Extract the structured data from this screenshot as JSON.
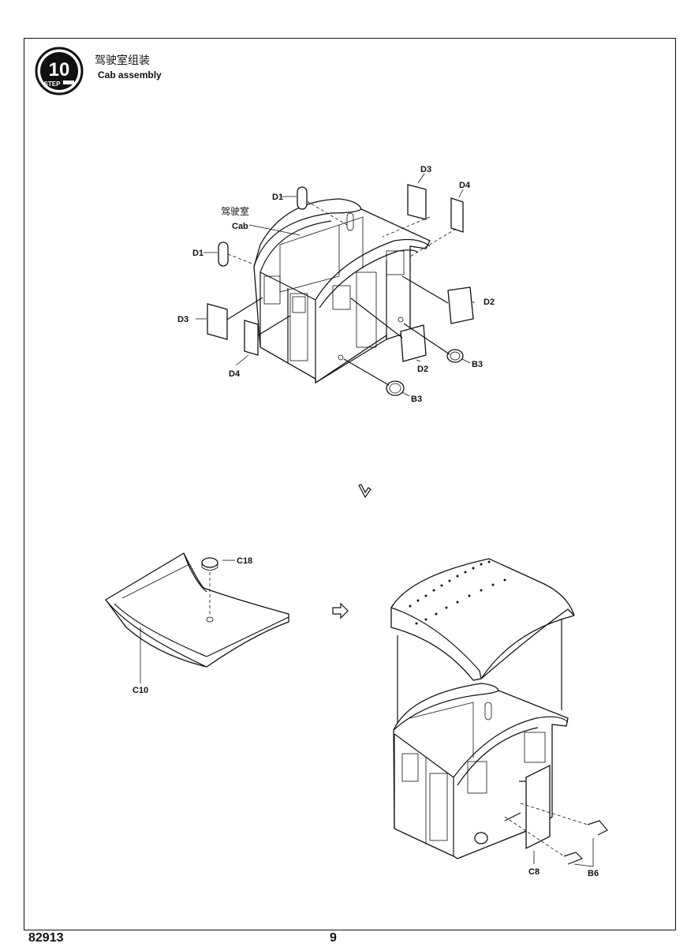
{
  "step": {
    "number": "10",
    "word": "STEP"
  },
  "title": {
    "cn": "驾驶室组装",
    "en": "Cab assembly"
  },
  "upper": {
    "cab_label_cn": "驾驶室",
    "cab_label_en": "Cab",
    "parts": [
      "D1",
      "D1",
      "D3",
      "D4",
      "D3",
      "D4",
      "D2",
      "D2",
      "B3",
      "B3"
    ]
  },
  "lower_left": {
    "parts": [
      "C18",
      "C10"
    ]
  },
  "lower_right": {
    "parts": [
      "C8",
      "B6"
    ]
  },
  "footer": {
    "code": "82913",
    "page": "9"
  }
}
